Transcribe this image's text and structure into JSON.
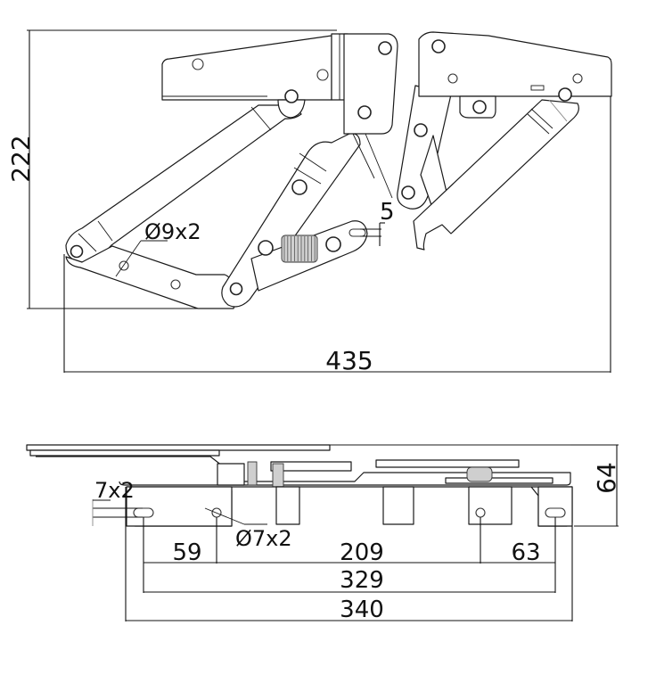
{
  "drawing": {
    "title": "Lift-up hinge mechanism technical drawing",
    "views": [
      "side-view",
      "top-view"
    ],
    "line_color": "#1a1a1a",
    "spring_color": "#cfcfcf"
  },
  "side_view": {
    "dimensions": {
      "height": "222",
      "width": "435",
      "slot_offset": "5",
      "hole_callout": "Ø9x2"
    }
  },
  "top_view": {
    "dimensions": {
      "height": "64",
      "slot_callout": "7x2",
      "hole_callout": "Ø7x2",
      "left_hole_spacing": "59",
      "middle_hole_spacing": "209",
      "right_hole_spacing": "63",
      "slot_spacing": "329",
      "overall_length": "340"
    }
  }
}
